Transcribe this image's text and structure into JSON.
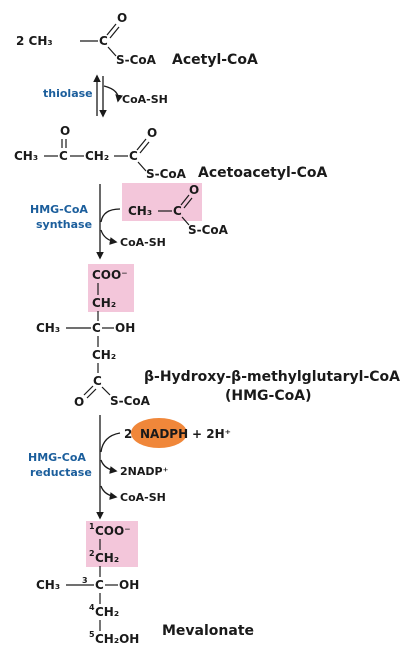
{
  "colors": {
    "enzyme_text": "#1b5e9c",
    "highlight": "#f3c6da",
    "nadph_fill": "#f0873a",
    "ink": "#1a1a1a"
  },
  "acetyl_coa": {
    "coef_ch3": "2 CH₃",
    "carbon": "C",
    "oxygen": "O",
    "scoa": "S-CoA",
    "name": "Acetyl-CoA"
  },
  "step1": {
    "enzyme": "thiolase",
    "byproduct": "CoA-SH"
  },
  "acetoacetyl_coa": {
    "ch3": "CH₃",
    "c1": "C",
    "o1": "O",
    "ch2": "CH₂",
    "c2": "C",
    "o2": "O",
    "scoa": "S-CoA",
    "name": "Acetoacetyl-CoA"
  },
  "step2": {
    "enzyme_line1": "HMG-CoA",
    "enzyme_line2": "synthase",
    "added_ch3": "CH₃",
    "added_c": "C",
    "added_o": "O",
    "added_scoa": "S-CoA",
    "byproduct": "CoA-SH"
  },
  "hmg_coa": {
    "coo": "COO⁻",
    "ch2_top": "CH₂",
    "ch3": "CH₃",
    "c_center": "C",
    "oh": "OH",
    "ch2_bottom": "CH₂",
    "c_thio": "C",
    "o": "O",
    "scoa": "S-CoA",
    "name_line1": "β-Hydroxy-β-methylglutaryl-CoA",
    "name_line2": "(HMG-CoA)"
  },
  "step3": {
    "enzyme_line1": "HMG-CoA",
    "enzyme_line2": "reductase",
    "coef": "2",
    "nadph": "NADPH",
    "h_plus": "+ 2H⁺",
    "nadp": "2NADP⁺",
    "byproduct": "CoA-SH"
  },
  "mevalonate": {
    "n1": "1",
    "coo": "COO⁻",
    "n2": "2",
    "ch2_a": "CH₂",
    "ch3": "CH₃",
    "n3": "3",
    "c3": "C",
    "oh": "OH",
    "n4": "4",
    "ch2_b": "CH₂",
    "n5": "5",
    "ch2oh": "CH₂OH",
    "name": "Mevalonate"
  }
}
